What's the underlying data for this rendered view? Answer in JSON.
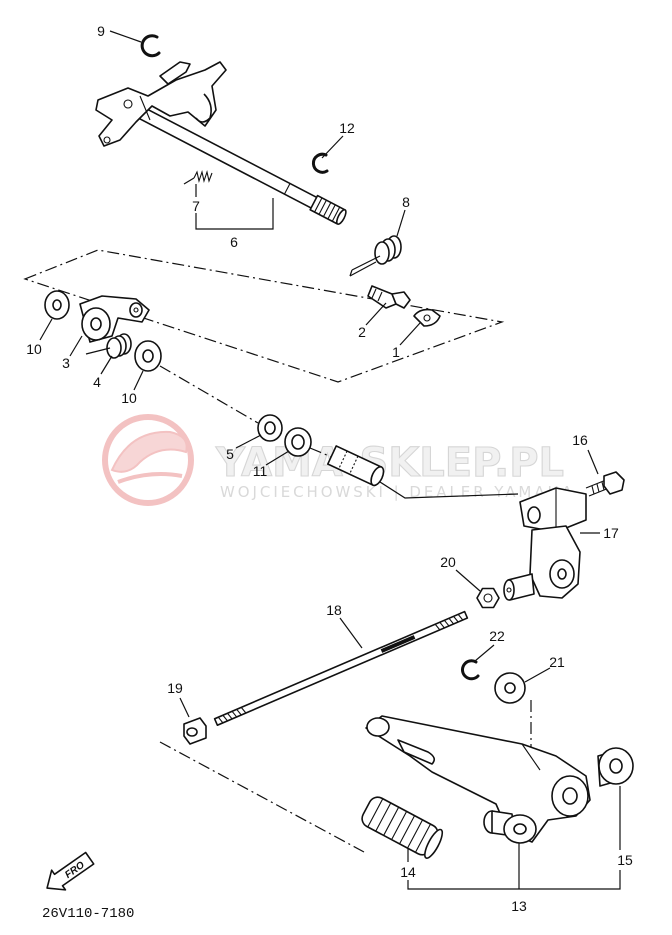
{
  "callouts": [
    "9",
    "12",
    "7",
    "6",
    "8",
    "2",
    "1",
    "10",
    "3",
    "4",
    "10",
    "5",
    "11",
    "16",
    "17",
    "20",
    "18",
    "22",
    "21",
    "19",
    "14",
    "13",
    "15"
  ],
  "diagram_code": "26V110-7180",
  "front_arrow": "FRO",
  "watermark": {
    "title": "YAMA-SKLEP.PL",
    "subtitle": "WOJCIECHOWSKI | DEALER YAMAHA"
  },
  "colors": {
    "line": "#111111",
    "watermark_logo": "#f3c2c2",
    "watermark_text": "#d6d6d6"
  }
}
